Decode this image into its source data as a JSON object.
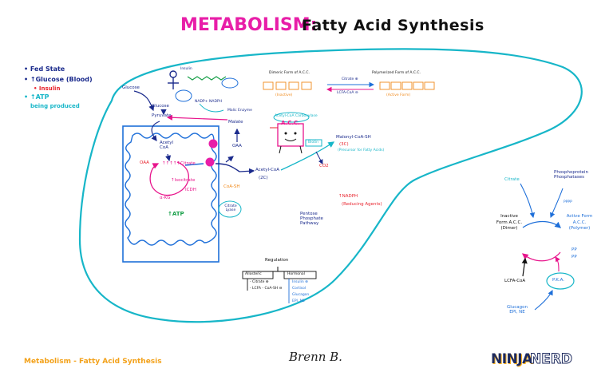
{
  "title": {
    "main": "METABOLISM:",
    "sub": "Fatty Acid Synthesis"
  },
  "legend": {
    "fed_state": "• Fed State",
    "glucose_blood": "• ↑Glucose (Blood)",
    "insulin": "• Insulin",
    "atp": "• ↑ATP",
    "atp2": "being produced"
  },
  "pathway": {
    "insulin_label": "Insulin",
    "glucose": "Glucose",
    "glucose_cell": "Glucose",
    "pyruvate": "Pyruvate",
    "acetyl_coa_mito": "Acetyl CoA",
    "oaa_left": "OAA",
    "citrate_mito": "↑↑↑↑↑Citrate",
    "isocitrate": "↑Isocitrate",
    "icdh": "ICDH",
    "akg": "α-KG",
    "atp_mito": "↑ATP",
    "oaa_right": "OAA",
    "malate": "Malate",
    "malic_enzyme": "Malic Enzyme",
    "nadph_small": "NADPH",
    "nadp_small": "NADP+",
    "coa_sh": "CoA-SH",
    "citrate_lyase": "Citrate Lyase",
    "acetyl_coa_cyto": "Acetyl-CoA",
    "two_c": "(2C)",
    "acc_box": "A.C.C.",
    "acc_note": "Acetyl-CoA Carboxylase",
    "biotin": "Biotin",
    "co2": "CO2",
    "malonyl_coa": "Malonyl-CoA-SH",
    "three_c": "(3C)",
    "precursor": "(Precursor for Fatty Acids)",
    "nadph": "↑NADPH",
    "reducing": "(Reducing Agents)",
    "ppp": "Pentose Phosphate Pathway",
    "lcfa_coa_label": "LCFA-CoA"
  },
  "acc_forms": {
    "dimeric_title": "Dimeric Form of A.C.C.",
    "dimeric_sub": "(Inactive)",
    "polymerized_title": "Polymerized Form of A.C.C.",
    "polymerized_sub": "(Active Form)",
    "citrate_plus": "Citrate ⊕",
    "lcfa_minus": "LCFA-CoA ⊖"
  },
  "regulation": {
    "title": "Regulation",
    "allosteric": "Allosteric",
    "hormonal": "Hormonal",
    "citrate": "- Citrate ⊕",
    "lcfa": "- LCFA - CoA-SH ⊖",
    "insulin": "Insulin ⊕",
    "cortisol": "Cortisol",
    "glucagon": "Glucagon",
    "epi_ne": "EPI, NE"
  },
  "right_panel": {
    "citrate": "Citrate",
    "phosphatase": "Phosphoprotein Phosphatases",
    "ppp_mark": "PPPP",
    "inactive": "Inactive Form A.C.C. (Dimer)",
    "active": "Active Form A.C.C. (Polymer)",
    "pp1": "PP",
    "pp2": "PP",
    "lcfa": "LCFA-CoA",
    "pka": "P.K.A.",
    "glucagon": "Glucagon EPI, NE"
  },
  "footer": {
    "left": "Metabolism - Fatty Acid Synthesis",
    "signature": "Brenn B.",
    "logo_ninja": "NINJA",
    "logo_nerd": "NERD"
  },
  "colors": {
    "pink": "#e8158c",
    "teal": "#17b6c8",
    "navy": "#1a2a8c",
    "blue": "#1e6fd9",
    "red": "#e8232d",
    "orange": "#f08a1c",
    "green": "#19a04a"
  }
}
